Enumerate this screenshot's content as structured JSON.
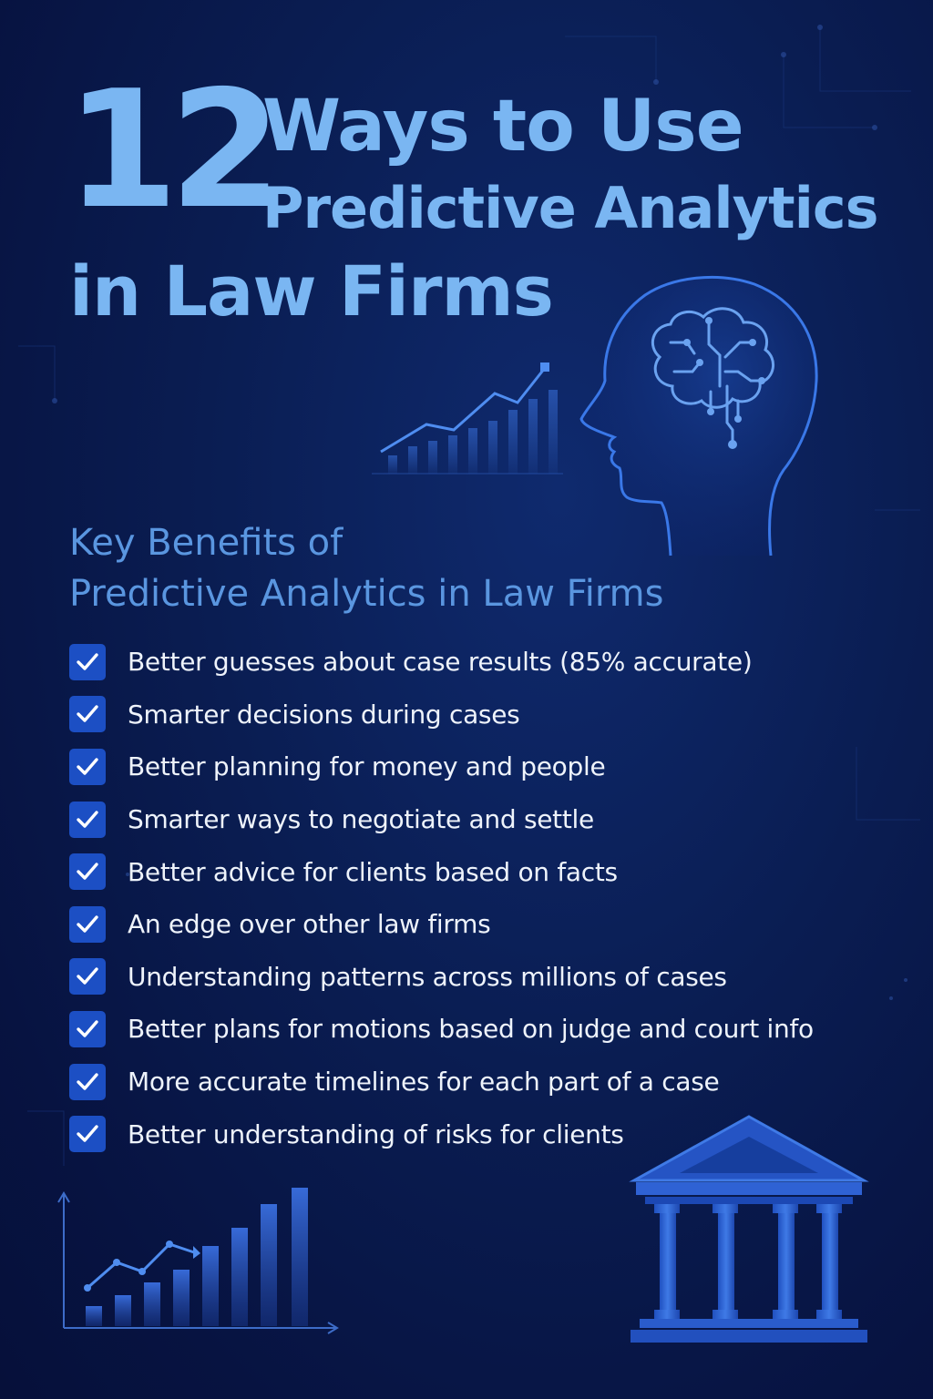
{
  "title": {
    "number": "12",
    "line1": "Ways to Use",
    "line2": "Predictive Analytics",
    "line3": "in Law Firms"
  },
  "subheading": {
    "line1": "Key Benefits of",
    "line2": "Predictive Analytics in Law Firms"
  },
  "benefits": [
    "Better guesses about case results (85% accurate)",
    "Smarter decisions during cases",
    "Better planning for money and people",
    "Smarter ways to negotiate and settle",
    "Better advice for clients based on facts",
    "An edge over other law firms",
    "Understanding patterns across millions of cases",
    "Better plans for motions based on judge and court info",
    "More accurate timelines for each part of a case",
    "Better understanding of risks for clients"
  ],
  "icons": {
    "check": "check-icon",
    "head": "brain-head-icon",
    "trend": "trend-chart-icon",
    "bars": "bar-chart-icon",
    "courthouse": "courthouse-icon"
  },
  "colors": {
    "background": "#0a1d52",
    "title": "#7ab6f2",
    "subheading": "#5a96e0",
    "text": "#eef3fb",
    "checkbox": "#1c4fc4",
    "accent": "#3a78e8"
  }
}
